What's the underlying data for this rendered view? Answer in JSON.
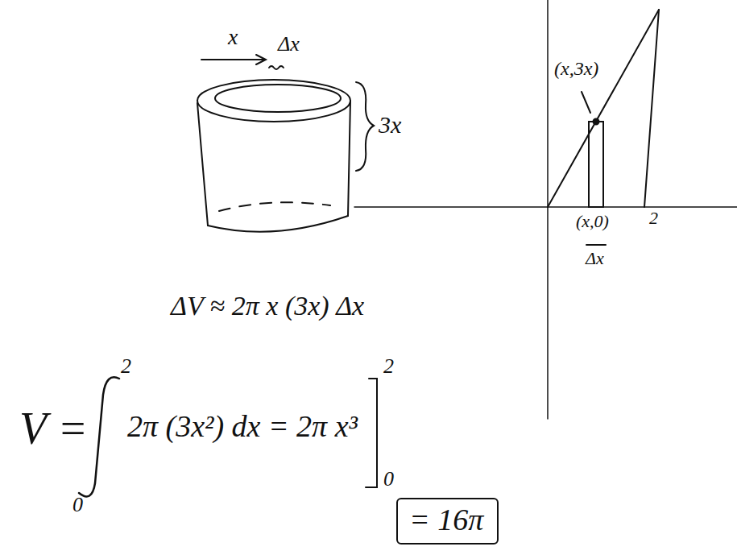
{
  "diagram": {
    "nodes": [
      {
        "text": [
          "= 16π"
        ]
      }
    ],
    "labels": [
      "x",
      "Δx",
      "3x",
      "(x,3x)",
      "(x,0)",
      "2",
      "Δx",
      "ΔV ≈ 2π x (3x) Δx",
      "V =",
      "2",
      "0",
      "2π (3x²) dx = 2π x³",
      "2",
      "0"
    ]
  }
}
